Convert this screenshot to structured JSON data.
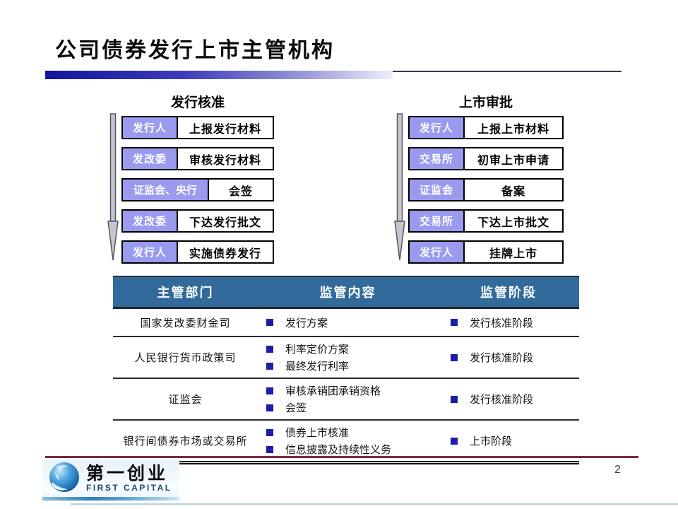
{
  "slide": {
    "title": "公司债券发行上市主管机构",
    "page_number": "2"
  },
  "flows": [
    {
      "title": "发行核准",
      "steps": [
        {
          "actor": "发行人",
          "action": "上报发行材料"
        },
        {
          "actor": "发改委",
          "action": "审核发行材料"
        },
        {
          "actor": "证监会、央行",
          "action": "会签"
        },
        {
          "actor": "发改委",
          "action": "下达发行批文"
        },
        {
          "actor": "发行人",
          "action": "实施债券发行"
        }
      ]
    },
    {
      "title": "上市审批",
      "steps": [
        {
          "actor": "发行人",
          "action": "上报上市材料"
        },
        {
          "actor": "交易所",
          "action": "初审上市申请"
        },
        {
          "actor": "证监会",
          "action": "备案"
        },
        {
          "actor": "交易所",
          "action": "下达上市批文"
        },
        {
          "actor": "发行人",
          "action": "挂牌上市"
        }
      ]
    }
  ],
  "table": {
    "headers": [
      "主管部门",
      "监管内容",
      "监管阶段"
    ],
    "rows": [
      {
        "department": "国家发改委财金司",
        "contents": [
          "发行方案"
        ],
        "stage": "发行核准阶段"
      },
      {
        "department": "人民银行货币政策司",
        "contents": [
          "利率定价方案",
          "最终发行利率"
        ],
        "stage": "发行核准阶段"
      },
      {
        "department": "证监会",
        "contents": [
          "审核承销团承销资格",
          "会签"
        ],
        "stage": "发行核准阶段"
      },
      {
        "department": "银行间债券市场或交易所",
        "contents": [
          "债券上市核准",
          "信息披露及持续性义务"
        ],
        "stage": "上市阶段"
      }
    ]
  },
  "footer": {
    "logo_cn": "第一创业",
    "logo_en": "FIRST CAPITAL"
  },
  "icons": {
    "flow_arrow": "down-arrow-icon",
    "bullet": "square-bullet-icon",
    "logo": "globe-icon"
  },
  "colors": {
    "label_purple": "#9a9aef",
    "table_header_blue": "#336a9c",
    "bullet_navy": "#1d1da8",
    "maroon_line": "#7d2946",
    "logo_blue": "#15487e",
    "rule_gradient_start": "#14149e"
  }
}
